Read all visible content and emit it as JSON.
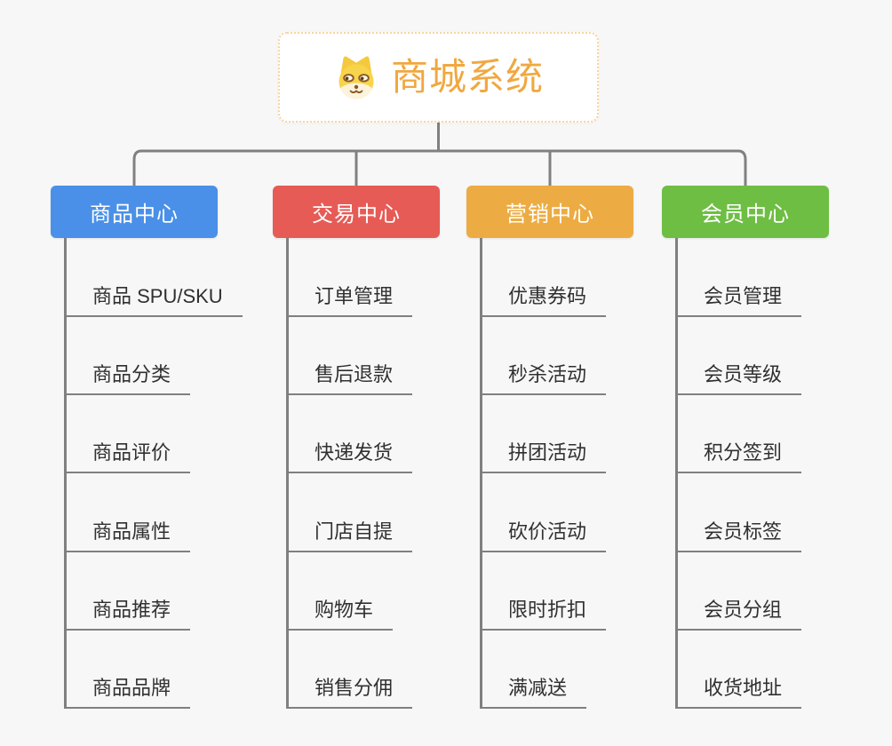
{
  "root": {
    "title": "商城系统",
    "icon": "dog-face-icon"
  },
  "branches": [
    {
      "id": "product-center",
      "label": "商品中心",
      "color": "#4a90e8",
      "items": [
        "商品 SPU/SKU",
        "商品分类",
        "商品评价",
        "商品属性",
        "商品推荐",
        "商品品牌"
      ]
    },
    {
      "id": "trade-center",
      "label": "交易中心",
      "color": "#e75b56",
      "items": [
        "订单管理",
        "售后退款",
        "快递发货",
        "门店自提",
        "购物车",
        "销售分佣"
      ]
    },
    {
      "id": "marketing-center",
      "label": "营销中心",
      "color": "#ecac43",
      "items": [
        "优惠券码",
        "秒杀活动",
        "拼团活动",
        "砍价活动",
        "限时折扣",
        "满减送"
      ]
    },
    {
      "id": "member-center",
      "label": "会员中心",
      "color": "#6ebe44",
      "items": [
        "会员管理",
        "会员等级",
        "积分签到",
        "会员标签",
        "会员分组",
        "收货地址"
      ]
    }
  ],
  "colors": {
    "background": "#f7f7f7",
    "line": "#808080",
    "leaf_text": "#303030",
    "node_text": "#ffffff",
    "brand_orange": "#f0a840",
    "root_border": "#f7d5a0",
    "dog_yellow": "#f8d44c",
    "dog_cream": "#fdf3dc",
    "dog_brown": "#8a5a28"
  }
}
